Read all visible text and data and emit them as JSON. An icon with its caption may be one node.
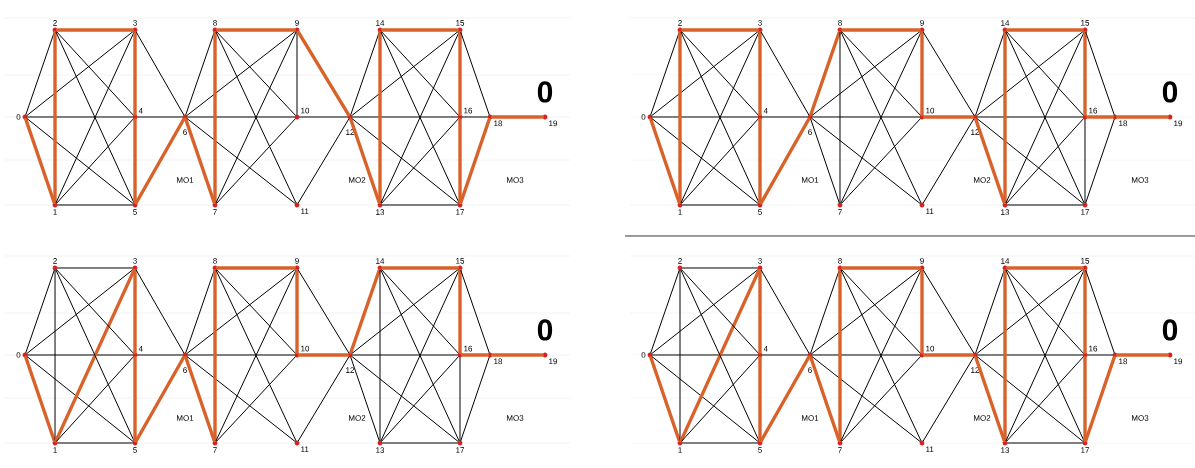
{
  "diagram": {
    "nodes": [
      {
        "text": [
          "0"
        ]
      },
      {
        "text": [
          "1"
        ]
      },
      {
        "text": [
          "2"
        ]
      },
      {
        "text": [
          "3"
        ]
      },
      {
        "text": [
          "4"
        ]
      },
      {
        "text": [
          "5"
        ]
      },
      {
        "text": [
          "6"
        ]
      },
      {
        "text": [
          "7"
        ]
      },
      {
        "text": [
          "8"
        ]
      },
      {
        "text": [
          "9"
        ]
      },
      {
        "text": [
          "10"
        ]
      },
      {
        "text": [
          "11"
        ]
      },
      {
        "text": [
          "12"
        ]
      },
      {
        "text": [
          "13"
        ]
      },
      {
        "text": [
          "14"
        ]
      },
      {
        "text": [
          "15"
        ]
      },
      {
        "text": [
          "16"
        ]
      },
      {
        "text": [
          "17"
        ]
      },
      {
        "text": [
          "18"
        ]
      },
      {
        "text": [
          "19"
        ]
      },
      {
        "text": [
          "0"
        ]
      },
      {
        "text": [
          "1"
        ]
      },
      {
        "text": [
          "2"
        ]
      },
      {
        "text": [
          "3"
        ]
      },
      {
        "text": [
          "4"
        ]
      },
      {
        "text": [
          "5"
        ]
      },
      {
        "text": [
          "6"
        ]
      },
      {
        "text": [
          "7"
        ]
      },
      {
        "text": [
          "8"
        ]
      },
      {
        "text": [
          "9"
        ]
      },
      {
        "text": [
          "10"
        ]
      },
      {
        "text": [
          "11"
        ]
      },
      {
        "text": [
          "12"
        ]
      },
      {
        "text": [
          "13"
        ]
      },
      {
        "text": [
          "14"
        ]
      },
      {
        "text": [
          "15"
        ]
      },
      {
        "text": [
          "16"
        ]
      },
      {
        "text": [
          "17"
        ]
      },
      {
        "text": [
          "18"
        ]
      },
      {
        "text": [
          "19"
        ]
      },
      {
        "text": [
          "0"
        ]
      },
      {
        "text": [
          "1"
        ]
      },
      {
        "text": [
          "2"
        ]
      },
      {
        "text": [
          "3"
        ]
      },
      {
        "text": [
          "4"
        ]
      },
      {
        "text": [
          "5"
        ]
      },
      {
        "text": [
          "6"
        ]
      },
      {
        "text": [
          "7"
        ]
      },
      {
        "text": [
          "8"
        ]
      },
      {
        "text": [
          "9"
        ]
      },
      {
        "text": [
          "10"
        ]
      },
      {
        "text": [
          "11"
        ]
      },
      {
        "text": [
          "12"
        ]
      },
      {
        "text": [
          "13"
        ]
      },
      {
        "text": [
          "14"
        ]
      },
      {
        "text": [
          "15"
        ]
      },
      {
        "text": [
          "16"
        ]
      },
      {
        "text": [
          "17"
        ]
      },
      {
        "text": [
          "18"
        ]
      },
      {
        "text": [
          "19"
        ]
      },
      {
        "text": [
          "0"
        ]
      },
      {
        "text": [
          "1"
        ]
      },
      {
        "text": [
          "2"
        ]
      },
      {
        "text": [
          "3"
        ]
      },
      {
        "text": [
          "4"
        ]
      },
      {
        "text": [
          "5"
        ]
      },
      {
        "text": [
          "6"
        ]
      },
      {
        "text": [
          "7"
        ]
      },
      {
        "text": [
          "8"
        ]
      },
      {
        "text": [
          "9"
        ]
      },
      {
        "text": [
          "10"
        ]
      },
      {
        "text": [
          "11"
        ]
      },
      {
        "text": [
          "12"
        ]
      },
      {
        "text": [
          "13"
        ]
      },
      {
        "text": [
          "14"
        ]
      },
      {
        "text": [
          "15"
        ]
      },
      {
        "text": [
          "16"
        ]
      },
      {
        "text": [
          "17"
        ]
      },
      {
        "text": [
          "18"
        ]
      },
      {
        "text": [
          "19"
        ]
      }
    ],
    "edges": [
      {
        "from": 0,
        "to": 1,
        "arrow": "none",
        "style": "thick",
        "color": "#d9622b"
      },
      {
        "from": 0,
        "to": 2,
        "arrow": "none"
      },
      {
        "from": 0,
        "to": 3,
        "arrow": "none"
      },
      {
        "from": 0,
        "to": 4,
        "arrow": "none"
      },
      {
        "from": 0,
        "to": 5,
        "arrow": "none"
      },
      {
        "from": 1,
        "to": 2,
        "arrow": "none",
        "style": "thick",
        "color": "#d9622b"
      },
      {
        "from": 1,
        "to": 3,
        "arrow": "none"
      },
      {
        "from": 1,
        "to": 4,
        "arrow": "none"
      },
      {
        "from": 1,
        "to": 5,
        "arrow": "none"
      },
      {
        "from": 2,
        "to": 3,
        "arrow": "none",
        "style": "thick",
        "color": "#d9622b"
      },
      {
        "from": 2,
        "to": 4,
        "arrow": "none"
      },
      {
        "from": 2,
        "to": 5,
        "arrow": "none"
      },
      {
        "from": 3,
        "to": 4,
        "arrow": "none",
        "style": "thick",
        "color": "#d9622b"
      },
      {
        "from": 4,
        "to": 5,
        "arrow": "none",
        "style": "thick",
        "color": "#d9622b"
      },
      {
        "from": 3,
        "to": 6,
        "arrow": "none"
      },
      {
        "from": 4,
        "to": 6,
        "arrow": "none"
      },
      {
        "from": 5,
        "to": 6,
        "arrow": "none",
        "style": "thick",
        "color": "#d9622b"
      },
      {
        "from": 6,
        "to": 7,
        "arrow": "none",
        "style": "thick",
        "color": "#d9622b"
      },
      {
        "from": 6,
        "to": 8,
        "arrow": "none"
      },
      {
        "from": 6,
        "to": 9,
        "arrow": "none"
      },
      {
        "from": 6,
        "to": 10,
        "arrow": "none"
      },
      {
        "from": 6,
        "to": 11,
        "arrow": "none"
      },
      {
        "from": 7,
        "to": 8,
        "arrow": "none",
        "style": "thick",
        "color": "#d9622b"
      },
      {
        "from": 7,
        "to": 9,
        "arrow": "none"
      },
      {
        "from": 7,
        "to": 10,
        "arrow": "none"
      },
      {
        "from": 8,
        "to": 9,
        "arrow": "none",
        "style": "thick",
        "color": "#d9622b"
      },
      {
        "from": 8,
        "to": 10,
        "arrow": "none"
      },
      {
        "from": 8,
        "to": 11,
        "arrow": "none"
      },
      {
        "from": 9,
        "to": 10,
        "arrow": "none"
      },
      {
        "from": 9,
        "to": 12,
        "arrow": "none",
        "style": "thick",
        "color": "#d9622b"
      },
      {
        "from": 10,
        "to": 12,
        "arrow": "none"
      },
      {
        "from": 11,
        "to": 12,
        "arrow": "none"
      },
      {
        "from": 12,
        "to": 13,
        "arrow": "none",
        "style": "thick",
        "color": "#d9622b"
      },
      {
        "from": 12,
        "to": 14,
        "arrow": "none"
      },
      {
        "from": 12,
        "to": 15,
        "arrow": "none"
      },
      {
        "from": 12,
        "to": 16,
        "arrow": "none"
      },
      {
        "from": 12,
        "to": 17,
        "arrow": "none"
      },
      {
        "from": 13,
        "to": 14,
        "arrow": "none",
        "style": "thick",
        "color": "#d9622b"
      },
      {
        "from": 13,
        "to": 15,
        "arrow": "none"
      },
      {
        "from": 13,
        "to": 16,
        "arrow": "none"
      },
      {
        "from": 13,
        "to": 17,
        "arrow": "none"
      },
      {
        "from": 14,
        "to": 15,
        "arrow": "none",
        "style": "thick",
        "color": "#d9622b"
      },
      {
        "from": 14,
        "to": 16,
        "arrow": "none"
      },
      {
        "from": 14,
        "to": 17,
        "arrow": "none"
      },
      {
        "from": 15,
        "to": 16,
        "arrow": "none",
        "style": "thick",
        "color": "#d9622b"
      },
      {
        "from": 16,
        "to": 17,
        "arrow": "none",
        "style": "thick",
        "color": "#d9622b"
      },
      {
        "from": 15,
        "to": 18,
        "arrow": "none"
      },
      {
        "from": 16,
        "to": 18,
        "arrow": "none"
      },
      {
        "from": 17,
        "to": 18,
        "arrow": "none",
        "style": "thick",
        "color": "#d9622b"
      },
      {
        "from": 18,
        "to": 19,
        "arrow": "none",
        "style": "thick",
        "color": "#d9622b"
      },
      {
        "from": 20,
        "to": 21,
        "arrow": "none",
        "style": "thick",
        "color": "#d9622b"
      },
      {
        "from": 20,
        "to": 22,
        "arrow": "none"
      },
      {
        "from": 20,
        "to": 23,
        "arrow": "none"
      },
      {
        "from": 20,
        "to": 24,
        "arrow": "none"
      },
      {
        "from": 20,
        "to": 25,
        "arrow": "none"
      },
      {
        "from": 21,
        "to": 22,
        "arrow": "none",
        "style": "thick",
        "color": "#d9622b"
      },
      {
        "from": 21,
        "to": 23,
        "arrow": "none"
      },
      {
        "from": 21,
        "to": 24,
        "arrow": "none"
      },
      {
        "from": 21,
        "to": 25,
        "arrow": "none"
      },
      {
        "from": 22,
        "to": 23,
        "arrow": "none",
        "style": "thick",
        "color": "#d9622b"
      },
      {
        "from": 22,
        "to": 24,
        "arrow": "none"
      },
      {
        "from": 22,
        "to": 25,
        "arrow": "none"
      },
      {
        "from": 23,
        "to": 24,
        "arrow": "none",
        "style": "thick",
        "color": "#d9622b"
      },
      {
        "from": 24,
        "to": 25,
        "arrow": "none",
        "style": "thick",
        "color": "#d9622b"
      },
      {
        "from": 23,
        "to": 26,
        "arrow": "none"
      },
      {
        "from": 24,
        "to": 26,
        "arrow": "none"
      },
      {
        "from": 25,
        "to": 26,
        "arrow": "none",
        "style": "thick",
        "color": "#d9622b"
      },
      {
        "from": 26,
        "to": 27,
        "arrow": "none"
      },
      {
        "from": 26,
        "to": 28,
        "arrow": "none",
        "style": "thick",
        "color": "#d9622b"
      },
      {
        "from": 26,
        "to": 29,
        "arrow": "none"
      },
      {
        "from": 26,
        "to": 30,
        "arrow": "none"
      },
      {
        "from": 26,
        "to": 31,
        "arrow": "none"
      },
      {
        "from": 27,
        "to": 28,
        "arrow": "none"
      },
      {
        "from": 27,
        "to": 29,
        "arrow": "none"
      },
      {
        "from": 27,
        "to": 30,
        "arrow": "none"
      },
      {
        "from": 28,
        "to": 29,
        "arrow": "none",
        "style": "thick",
        "color": "#d9622b"
      },
      {
        "from": 28,
        "to": 30,
        "arrow": "none"
      },
      {
        "from": 28,
        "to": 31,
        "arrow": "none"
      },
      {
        "from": 29,
        "to": 30,
        "arrow": "none",
        "style": "thick",
        "color": "#d9622b"
      },
      {
        "from": 29,
        "to": 32,
        "arrow": "none"
      },
      {
        "from": 30,
        "to": 32,
        "arrow": "none",
        "style": "thick",
        "color": "#d9622b"
      },
      {
        "from": 31,
        "to": 32,
        "arrow": "none"
      },
      {
        "from": 32,
        "to": 33,
        "arrow": "none",
        "style": "thick",
        "color": "#d9622b"
      },
      {
        "from": 32,
        "to": 34,
        "arrow": "none"
      },
      {
        "from": 32,
        "to": 35,
        "arrow": "none"
      },
      {
        "from": 32,
        "to": 36,
        "arrow": "none"
      },
      {
        "from": 32,
        "to": 37,
        "arrow": "none"
      },
      {
        "from": 33,
        "to": 34,
        "arrow": "none",
        "style": "thick",
        "color": "#d9622b"
      },
      {
        "from": 33,
        "to": 35,
        "arrow": "none"
      },
      {
        "from": 33,
        "to": 36,
        "arrow": "none"
      },
      {
        "from": 33,
        "to": 37,
        "arrow": "none"
      },
      {
        "from": 34,
        "to": 35,
        "arrow": "none",
        "style": "thick",
        "color": "#d9622b"
      },
      {
        "from": 34,
        "to": 36,
        "arrow": "none"
      },
      {
        "from": 34,
        "to": 37,
        "arrow": "none"
      },
      {
        "from": 35,
        "to": 36,
        "arrow": "none",
        "style": "thick",
        "color": "#d9622b"
      },
      {
        "from": 36,
        "to": 37,
        "arrow": "none"
      },
      {
        "from": 35,
        "to": 38,
        "arrow": "none"
      },
      {
        "from": 36,
        "to": 38,
        "arrow": "none",
        "style": "thick",
        "color": "#d9622b"
      },
      {
        "from": 37,
        "to": 38,
        "arrow": "none"
      },
      {
        "from": 38,
        "to": 39,
        "arrow": "none",
        "style": "thick",
        "color": "#d9622b"
      },
      {
        "from": 40,
        "to": 41,
        "arrow": "none",
        "style": "thick",
        "color": "#d9622b"
      },
      {
        "from": 40,
        "to": 42,
        "arrow": "none"
      },
      {
        "from": 40,
        "to": 43,
        "arrow": "none"
      },
      {
        "from": 40,
        "to": 44,
        "arrow": "none"
      },
      {
        "from": 40,
        "to": 45,
        "arrow": "none"
      },
      {
        "from": 41,
        "to": 42,
        "arrow": "none"
      },
      {
        "from": 41,
        "to": 43,
        "arrow": "none",
        "style": "thick",
        "color": "#d9622b"
      },
      {
        "from": 41,
        "to": 44,
        "arrow": "none"
      },
      {
        "from": 41,
        "to": 45,
        "arrow": "none"
      },
      {
        "from": 42,
        "to": 43,
        "arrow": "none"
      },
      {
        "from": 42,
        "to": 44,
        "arrow": "none"
      },
      {
        "from": 42,
        "to": 45,
        "arrow": "none"
      },
      {
        "from": 43,
        "to": 44,
        "arrow": "none",
        "style": "thick",
        "color": "#d9622b"
      },
      {
        "from": 44,
        "to": 45,
        "arrow": "none",
        "style": "thick",
        "color": "#d9622b"
      },
      {
        "from": 43,
        "to": 46,
        "arrow": "none"
      },
      {
        "from": 44,
        "to": 46,
        "arrow": "none"
      },
      {
        "from": 45,
        "to": 46,
        "arrow": "none",
        "style": "thick",
        "color": "#d9622b"
      },
      {
        "from": 46,
        "to": 47,
        "arrow": "none",
        "style": "thick",
        "color": "#d9622b"
      },
      {
        "from": 46,
        "to": 48,
        "arrow": "none"
      },
      {
        "from": 46,
        "to": 49,
        "arrow": "none"
      },
      {
        "from": 46,
        "to": 50,
        "arrow": "none"
      },
      {
        "from": 46,
        "to": 51,
        "arrow": "none"
      },
      {
        "from": 47,
        "to": 48,
        "arrow": "none",
        "style": "thick",
        "color": "#d9622b"
      },
      {
        "from": 47,
        "to": 49,
        "arrow": "none"
      },
      {
        "from": 47,
        "to": 50,
        "arrow": "none"
      },
      {
        "from": 48,
        "to": 49,
        "arrow": "none",
        "style": "thick",
        "color": "#d9622b"
      },
      {
        "from": 48,
        "to": 50,
        "arrow": "none"
      },
      {
        "from": 48,
        "to": 51,
        "arrow": "none"
      },
      {
        "from": 49,
        "to": 50,
        "arrow": "none",
        "style": "thick",
        "color": "#d9622b"
      },
      {
        "from": 49,
        "to": 52,
        "arrow": "none"
      },
      {
        "from": 50,
        "to": 52,
        "arrow": "none",
        "style": "thick",
        "color": "#d9622b"
      },
      {
        "from": 51,
        "to": 52,
        "arrow": "none"
      },
      {
        "from": 52,
        "to": 53,
        "arrow": "none"
      },
      {
        "from": 52,
        "to": 54,
        "arrow": "none",
        "style": "thick",
        "color": "#d9622b"
      },
      {
        "from": 52,
        "to": 55,
        "arrow": "none"
      },
      {
        "from": 52,
        "to": 56,
        "arrow": "none"
      },
      {
        "from": 52,
        "to": 57,
        "arrow": "none"
      },
      {
        "from": 53,
        "to": 54,
        "arrow": "none"
      },
      {
        "from": 53,
        "to": 55,
        "arrow": "none"
      },
      {
        "from": 53,
        "to": 56,
        "arrow": "none"
      },
      {
        "from": 53,
        "to": 57,
        "arrow": "none"
      },
      {
        "from": 54,
        "to": 55,
        "arrow": "none",
        "style": "thick",
        "color": "#d9622b"
      },
      {
        "from": 54,
        "to": 56,
        "arrow": "none"
      },
      {
        "from": 54,
        "to": 57,
        "arrow": "none"
      },
      {
        "from": 55,
        "to": 56,
        "arrow": "none",
        "style": "thick",
        "color": "#d9622b"
      },
      {
        "from": 56,
        "to": 57,
        "arrow": "none"
      },
      {
        "from": 55,
        "to": 58,
        "arrow": "none"
      },
      {
        "from": 56,
        "to": 58,
        "arrow": "none",
        "style": "thick",
        "color": "#d9622b"
      },
      {
        "from": 57,
        "to": 58,
        "arrow": "none"
      },
      {
        "from": 58,
        "to": 59,
        "arrow": "none",
        "style": "thick",
        "color": "#d9622b"
      },
      {
        "from": 60,
        "to": 61,
        "arrow": "none",
        "style": "thick",
        "color": "#d9622b"
      },
      {
        "from": 60,
        "to": 62,
        "arrow": "none"
      },
      {
        "from": 60,
        "to": 63,
        "arrow": "none"
      },
      {
        "from": 60,
        "to": 64,
        "arrow": "none"
      },
      {
        "from": 60,
        "to": 65,
        "arrow": "none"
      },
      {
        "from": 61,
        "to": 62,
        "arrow": "none"
      },
      {
        "from": 61,
        "to": 63,
        "arrow": "none",
        "style": "thick",
        "color": "#d9622b"
      },
      {
        "from": 61,
        "to": 64,
        "arrow": "none"
      },
      {
        "from": 61,
        "to": 65,
        "arrow": "none"
      },
      {
        "from": 62,
        "to": 63,
        "arrow": "none"
      },
      {
        "from": 62,
        "to": 64,
        "arrow": "none"
      },
      {
        "from": 62,
        "to": 65,
        "arrow": "none"
      },
      {
        "from": 63,
        "to": 64,
        "arrow": "none",
        "style": "thick",
        "color": "#d9622b"
      },
      {
        "from": 64,
        "to": 65,
        "arrow": "none",
        "style": "thick",
        "color": "#d9622b"
      },
      {
        "from": 63,
        "to": 66,
        "arrow": "none"
      },
      {
        "from": 64,
        "to": 66,
        "arrow": "none"
      },
      {
        "from": 65,
        "to": 66,
        "arrow": "none",
        "style": "thick",
        "color": "#d9622b"
      },
      {
        "from": 66,
        "to": 67,
        "arrow": "none",
        "style": "thick",
        "color": "#d9622b"
      },
      {
        "from": 66,
        "to": 68,
        "arrow": "none"
      },
      {
        "from": 66,
        "to": 69,
        "arrow": "none"
      },
      {
        "from": 66,
        "to": 70,
        "arrow": "none"
      },
      {
        "from": 66,
        "to": 71,
        "arrow": "none"
      },
      {
        "from": 67,
        "to": 68,
        "arrow": "none",
        "style": "thick",
        "color": "#d9622b"
      },
      {
        "from": 67,
        "to": 69,
        "arrow": "none"
      },
      {
        "from": 67,
        "to": 70,
        "arrow": "none"
      },
      {
        "from": 68,
        "to": 69,
        "arrow": "none",
        "style": "thick",
        "color": "#d9622b"
      },
      {
        "from": 68,
        "to": 70,
        "arrow": "none"
      },
      {
        "from": 68,
        "to": 71,
        "arrow": "none"
      },
      {
        "from": 69,
        "to": 70,
        "arrow": "none",
        "style": "thick",
        "color": "#d9622b"
      },
      {
        "from": 69,
        "to": 72,
        "arrow": "none"
      },
      {
        "from": 70,
        "to": 72,
        "arrow": "none",
        "style": "thick",
        "color": "#d9622b"
      },
      {
        "from": 71,
        "to": 72,
        "arrow": "none"
      },
      {
        "from": 72,
        "to": 73,
        "arrow": "none",
        "style": "thick",
        "color": "#d9622b"
      },
      {
        "from": 72,
        "to": 74,
        "arrow": "none"
      },
      {
        "from": 72,
        "to": 75,
        "arrow": "none"
      },
      {
        "from": 72,
        "to": 76,
        "arrow": "none"
      },
      {
        "from": 72,
        "to": 77,
        "arrow": "none"
      },
      {
        "from": 73,
        "to": 74,
        "arrow": "none",
        "style": "thick",
        "color": "#d9622b"
      },
      {
        "from": 73,
        "to": 75,
        "arrow": "none"
      },
      {
        "from": 73,
        "to": 76,
        "arrow": "none"
      },
      {
        "from": 73,
        "to": 77,
        "arrow": "none"
      },
      {
        "from": 74,
        "to": 75,
        "arrow": "none",
        "style": "thick",
        "color": "#d9622b"
      },
      {
        "from": 74,
        "to": 76,
        "arrow": "none"
      },
      {
        "from": 74,
        "to": 77,
        "arrow": "none"
      },
      {
        "from": 75,
        "to": 76,
        "arrow": "none",
        "style": "thick",
        "color": "#d9622b"
      },
      {
        "from": 76,
        "to": 77,
        "arrow": "none",
        "style": "thick",
        "color": "#d9622b"
      },
      {
        "from": 75,
        "to": 78,
        "arrow": "none"
      },
      {
        "from": 76,
        "to": 78,
        "arrow": "none"
      },
      {
        "from": 77,
        "to": 78,
        "arrow": "none",
        "style": "thick",
        "color": "#d9622b"
      },
      {
        "from": 78,
        "to": 79,
        "arrow": "none",
        "style": "thick",
        "color": "#d9622b"
      }
    ],
    "labels": [
      "0",
      "MO1",
      "MO2",
      "MO3",
      "0",
      "MO1",
      "MO2",
      "MO3",
      "0",
      "MO1",
      "MO2",
      "MO3",
      "0",
      "MO1",
      "MO2",
      "MO3"
    ]
  }
}
